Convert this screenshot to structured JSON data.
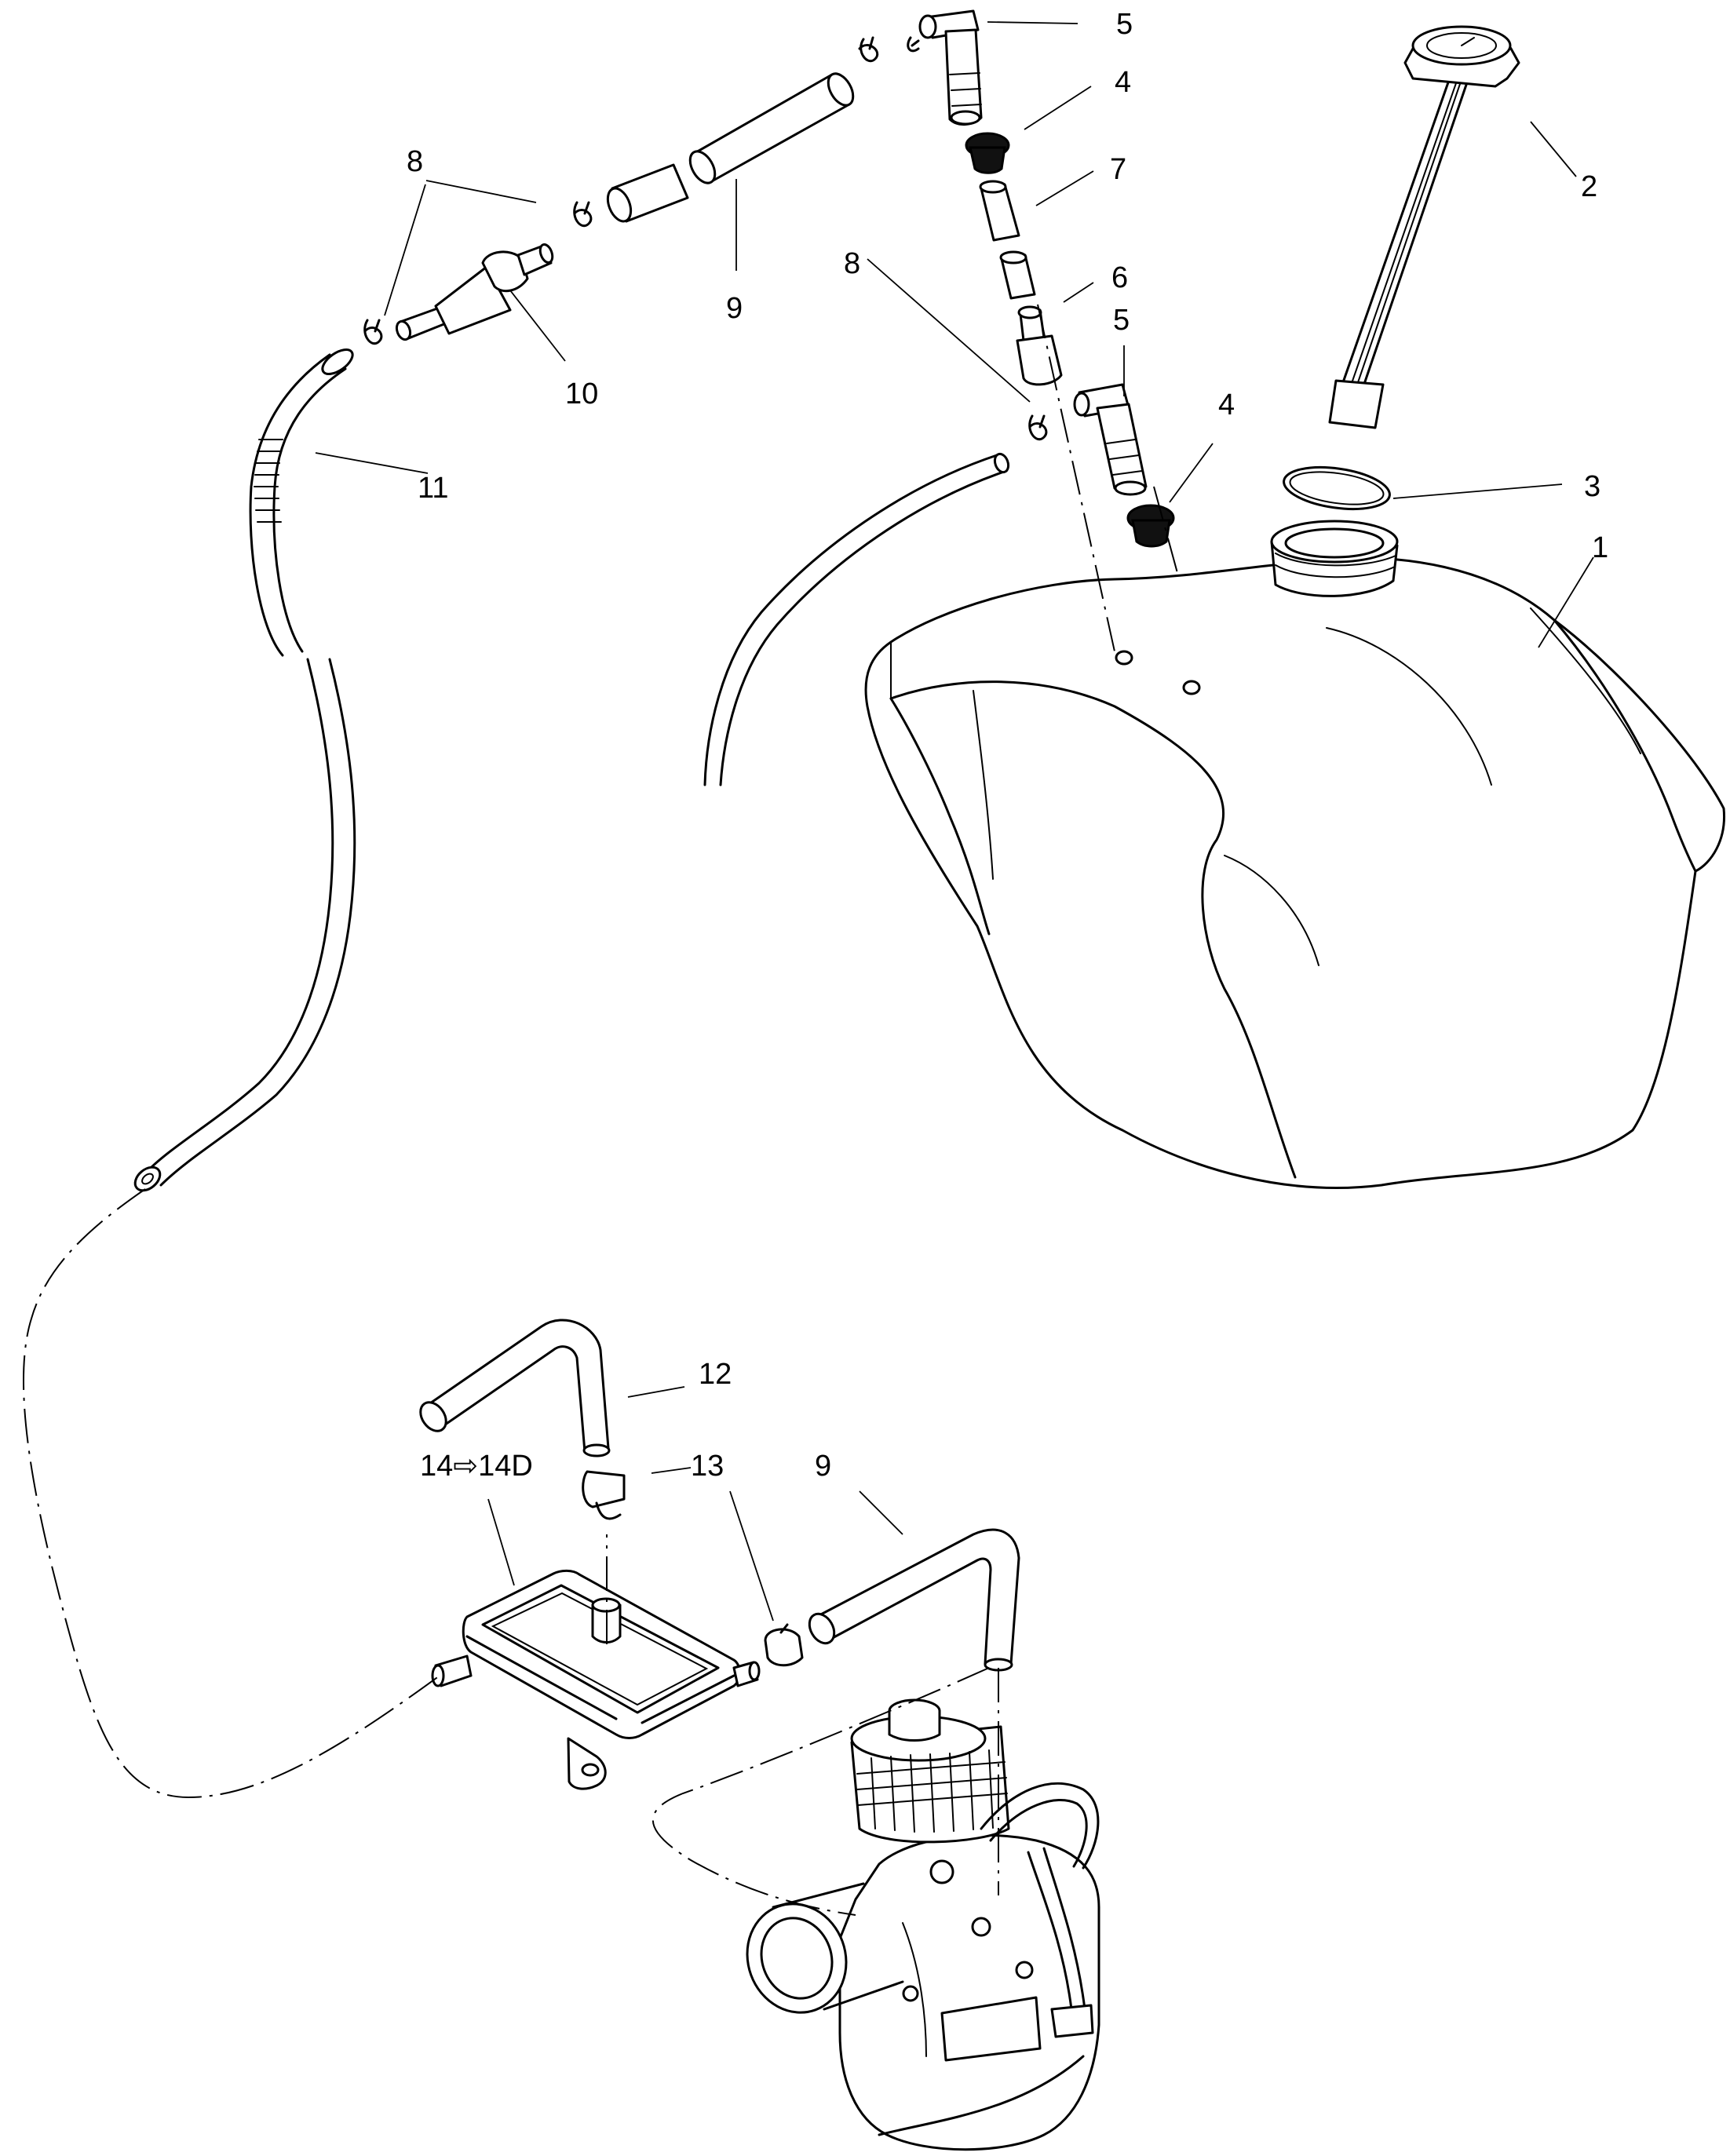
{
  "callouts": {
    "c1": "1",
    "c2": "2",
    "c3": "3",
    "c4a": "4",
    "c4b": "4",
    "c5a": "5",
    "c5b": "5",
    "c6": "6",
    "c7": "7",
    "c8a": "8",
    "c8b": "8",
    "c9a": "9",
    "c9b": "9",
    "c10": "10",
    "c11": "11",
    "c12": "12",
    "c13": "13",
    "c14": "14⇨14D"
  },
  "colors": {
    "ink": "#000000",
    "paper": "#ffffff"
  }
}
